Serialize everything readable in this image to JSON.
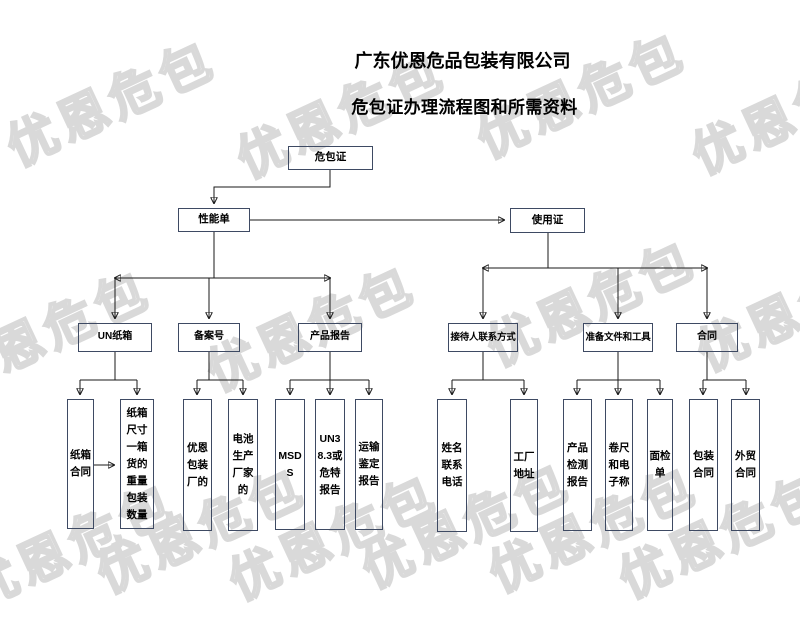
{
  "watermark": {
    "text": "优恩危包",
    "outline_color": "#d9d9d9"
  },
  "header": {
    "company": "广东优恩危品包装有限公司",
    "subtitle": "危包证办理流程图和所需资料"
  },
  "colors": {
    "box_border": "#3e4a63",
    "line": "#1a1a1a",
    "text": "#000000"
  },
  "nodes": {
    "cert": {
      "label": "危包证"
    },
    "performance": {
      "label": "性能单"
    },
    "usage": {
      "label": "使用证"
    },
    "un_carton": {
      "label": "UN纸箱"
    },
    "record_number": {
      "label": "备案号"
    },
    "product_report": {
      "label": "产品报告"
    },
    "contact_info": {
      "label": "接待人联系方式"
    },
    "prepare_tools": {
      "label": "准备文件和工具"
    },
    "contract": {
      "label": "合同"
    },
    "carton_contract": {
      "label": "纸箱\n合同"
    },
    "carton_specs": {
      "label": "纸箱\n尺寸\n一箱\n货的\n重量\n包装\n数量"
    },
    "youen_packaging": {
      "label": "优恩\n包装\n厂的"
    },
    "battery_maker": {
      "label": "电池\n生产\n厂家\n的"
    },
    "msds": {
      "label": "MSD\nS"
    },
    "un383_report": {
      "label": "UN3\n8.3或\n危特\n报告"
    },
    "transport_report": {
      "label": "运输\n鉴定\n报告"
    },
    "name_phone": {
      "label": "姓名\n联系\n电话"
    },
    "factory_address": {
      "label": "工厂\n地址"
    },
    "product_test": {
      "label": "产品\n检测\n报告"
    },
    "tape_scale": {
      "label": "卷尺\n和电\n子称"
    },
    "inspection_sheet": {
      "label": "面检\n单"
    },
    "packaging_contract": {
      "label": "包装\n合同"
    },
    "trade_contract": {
      "label": "外贸\n合同"
    }
  }
}
